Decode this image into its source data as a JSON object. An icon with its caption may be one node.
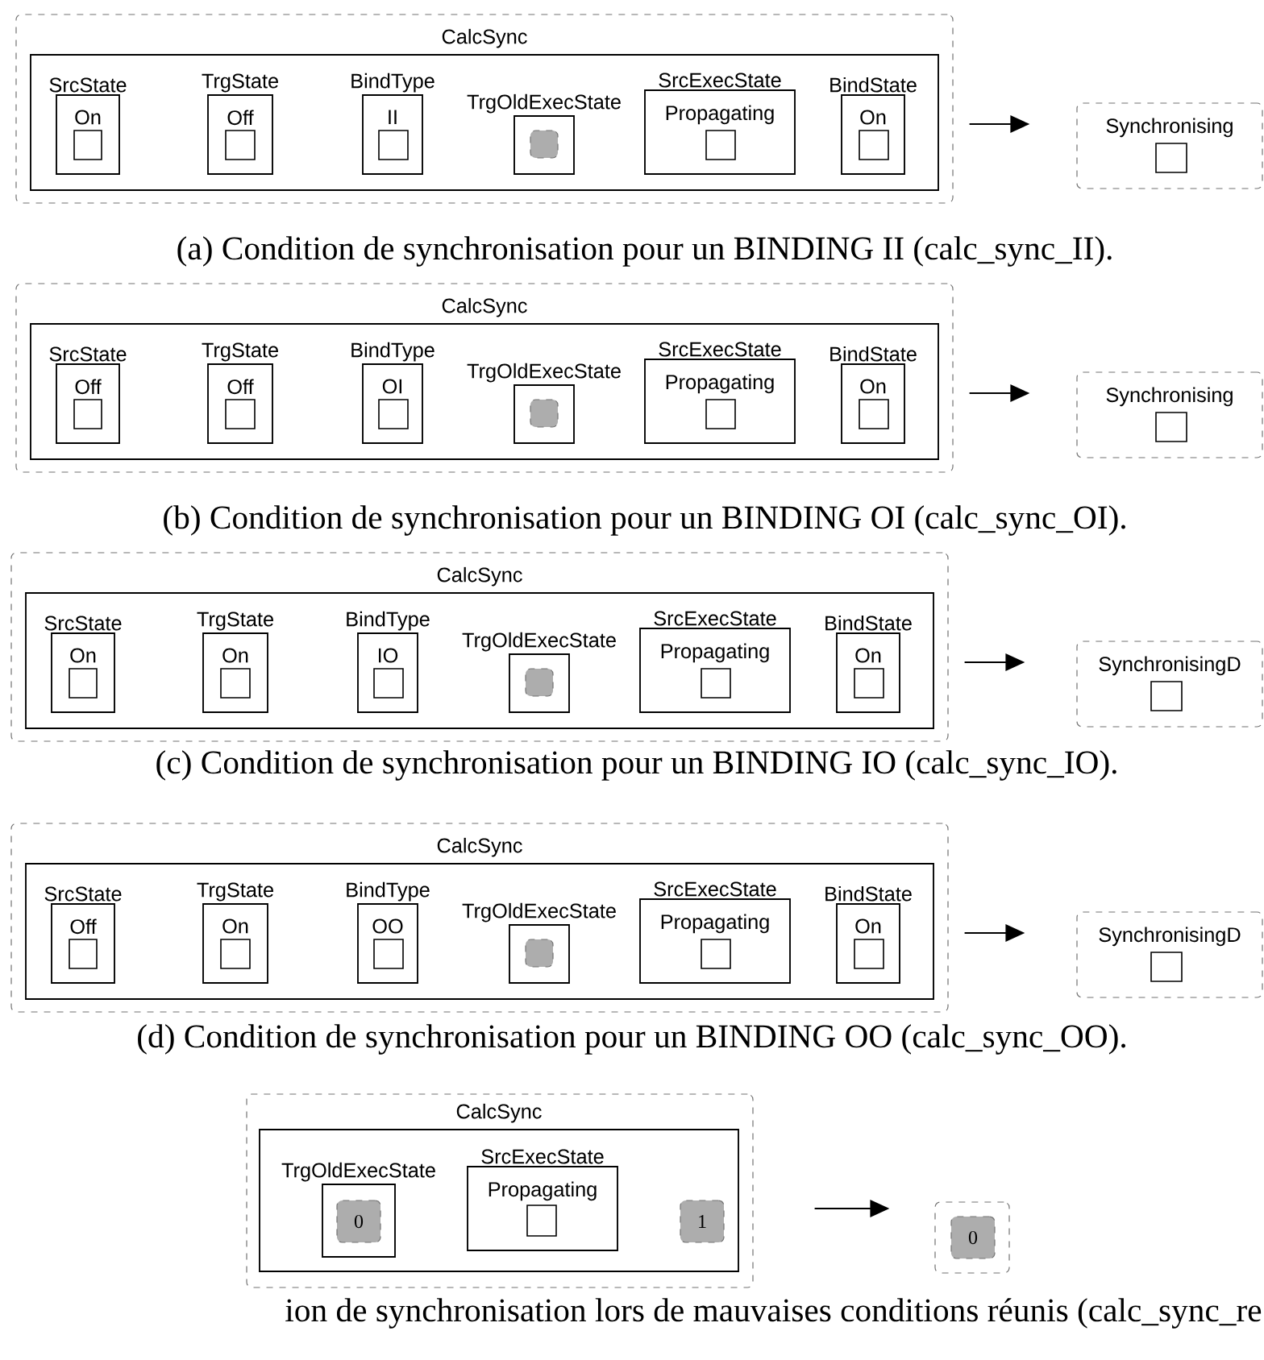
{
  "diagram": {
    "nodes": [
      {
        "text": [],
        "shape": "box"
      },
      {
        "text": [
          "CalcSync"
        ],
        "in": 0
      },
      {
        "text": [
          "SrcState",
          "On"
        ],
        "in": 1
      },
      {
        "text": [],
        "shape": "box",
        "in": 2
      },
      {
        "text": [
          "TrgState",
          "Off"
        ],
        "in": 1
      },
      {
        "text": [],
        "shape": "box",
        "in": 4
      },
      {
        "text": [
          "BindType",
          "II"
        ],
        "in": 1
      },
      {
        "text": [],
        "shape": "box",
        "in": 6
      },
      {
        "text": [
          "TrgOldExecState"
        ],
        "in": 1
      },
      {
        "text": [],
        "shape": "box",
        "in": 8
      },
      {
        "text": [
          "SrcExecState",
          "Propagating"
        ],
        "in": 1
      },
      {
        "text": [],
        "shape": "box",
        "in": 10
      },
      {
        "text": [
          "BindState",
          "On"
        ],
        "in": 1
      },
      {
        "text": [],
        "shape": "box",
        "in": 12
      },
      {
        "text": [
          "Synchronising"
        ]
      },
      {
        "text": [],
        "shape": "box",
        "in": 14
      },
      {
        "text": [],
        "shape": "box"
      },
      {
        "text": [
          "CalcSync"
        ],
        "in": 16
      },
      {
        "text": [
          "SrcState",
          "Off"
        ],
        "in": 17
      },
      {
        "text": [],
        "shape": "box",
        "in": 18
      },
      {
        "text": [
          "TrgState",
          "Off"
        ],
        "in": 17
      },
      {
        "text": [],
        "shape": "box",
        "in": 20
      },
      {
        "text": [
          "BindType",
          "OI"
        ],
        "in": 17
      },
      {
        "text": [],
        "shape": "box",
        "in": 22
      },
      {
        "text": [
          "TrgOldExecState"
        ],
        "in": 17
      },
      {
        "text": [],
        "shape": "box",
        "in": 24
      },
      {
        "text": [
          "SrcExecState",
          "Propagating"
        ],
        "in": 17
      },
      {
        "text": [],
        "shape": "box",
        "in": 26
      },
      {
        "text": [
          "BindState",
          "On"
        ],
        "in": 17
      },
      {
        "text": [],
        "shape": "box",
        "in": 28
      },
      {
        "text": [
          "Synchronising"
        ]
      },
      {
        "text": [],
        "shape": "box",
        "in": 30
      },
      {
        "text": [],
        "shape": "box"
      },
      {
        "text": [
          "CalcSync"
        ],
        "in": 32
      },
      {
        "text": [
          "SrcState",
          "On"
        ],
        "in": 33
      },
      {
        "text": [],
        "shape": "box",
        "in": 34
      },
      {
        "text": [
          "TrgState",
          "On"
        ],
        "in": 33
      },
      {
        "text": [],
        "shape": "box",
        "in": 36
      },
      {
        "text": [
          "BindType",
          "IO"
        ],
        "in": 33
      },
      {
        "text": [],
        "shape": "box",
        "in": 38
      },
      {
        "text": [
          "TrgOldExecState"
        ],
        "in": 33
      },
      {
        "text": [],
        "shape": "box",
        "in": 40
      },
      {
        "text": [
          "SrcExecState",
          "Propagating"
        ],
        "in": 33
      },
      {
        "text": [],
        "shape": "box",
        "in": 42
      },
      {
        "text": [
          "BindState",
          "On"
        ],
        "in": 33
      },
      {
        "text": [],
        "shape": "box",
        "in": 44
      },
      {
        "text": [
          "SynchronisingD"
        ]
      },
      {
        "text": [],
        "shape": "box",
        "in": 46
      },
      {
        "text": [],
        "shape": "box"
      },
      {
        "text": [
          "CalcSync"
        ],
        "in": 48
      },
      {
        "text": [
          "SrcState",
          "Off"
        ],
        "in": 49
      },
      {
        "text": [],
        "shape": "box",
        "in": 50
      },
      {
        "text": [
          "TrgState",
          "On"
        ],
        "in": 49
      },
      {
        "text": [],
        "shape": "box",
        "in": 52
      },
      {
        "text": [
          "BindType",
          "OO"
        ],
        "in": 49
      },
      {
        "text": [],
        "shape": "box",
        "in": 54
      },
      {
        "text": [
          "TrgOldExecState"
        ],
        "in": 49
      },
      {
        "text": [],
        "shape": "box",
        "in": 56
      },
      {
        "text": [
          "SrcExecState",
          "Propagating"
        ],
        "in": 49
      },
      {
        "text": [],
        "shape": "box",
        "in": 58
      },
      {
        "text": [
          "BindState",
          "On"
        ],
        "in": 49
      },
      {
        "text": [],
        "shape": "box",
        "in": 60
      },
      {
        "text": [
          "SynchronisingD"
        ]
      },
      {
        "text": [],
        "shape": "box",
        "in": 62
      },
      {
        "text": [],
        "shape": "box"
      },
      {
        "text": [
          "CalcSync"
        ],
        "in": 64
      },
      {
        "text": [
          "TrgOldExecState"
        ],
        "in": 65
      },
      {
        "text": [
          "0"
        ],
        "in": 66
      },
      {
        "text": [
          "SrcExecState",
          "Propagating"
        ],
        "in": 65
      },
      {
        "text": [],
        "shape": "box",
        "in": 68
      },
      {
        "text": [
          "1"
        ],
        "in": 65
      },
      {
        "text": [],
        "shape": "box"
      },
      {
        "text": [
          "0"
        ],
        "in": 71
      }
    ],
    "edges": [
      {
        "from": 0,
        "to": 14,
        "arrow": "to"
      },
      {
        "from": 16,
        "to": 30,
        "arrow": "to"
      },
      {
        "from": 32,
        "to": 46,
        "arrow": "to"
      },
      {
        "from": 48,
        "to": 62,
        "arrow": "to"
      },
      {
        "from": 64,
        "to": 71,
        "arrow": "to"
      }
    ],
    "labels": [
      "(a) Condition de synchronisation pour un BINDING II (calc_sync_II).",
      "(b) Condition de synchronisation pour un BINDING OI (calc_sync_OI).",
      "(c) Condition de synchronisation pour un BINDING IO (calc_sync_IO).",
      "(d) Condition de synchronisation pour un BINDING OO (calc_sync_OO).",
      "ion de synchronisation lors de mauvaises conditions réunis (calc_sync_re"
    ]
  }
}
